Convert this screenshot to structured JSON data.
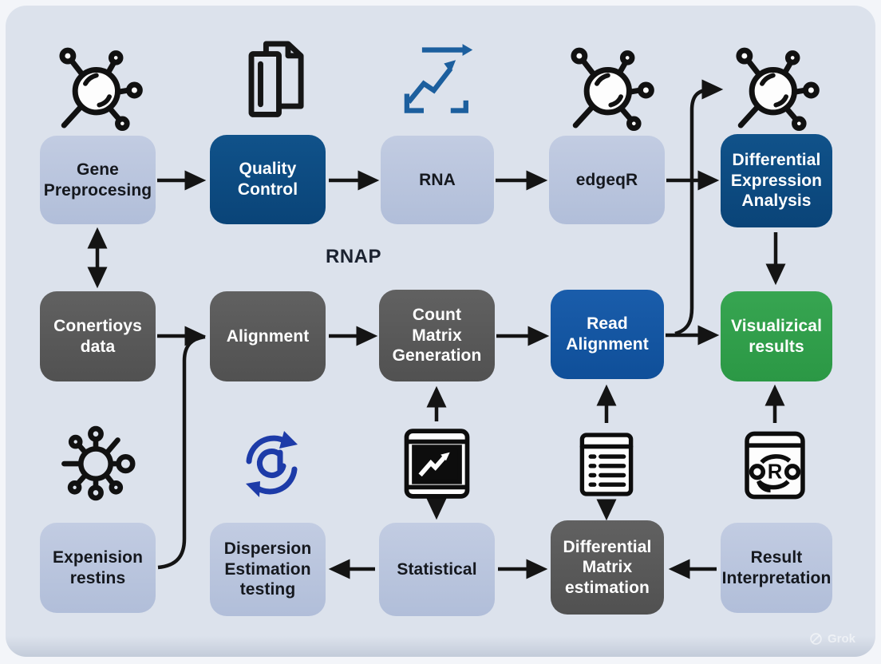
{
  "canvas": {
    "background": "#dce2ec",
    "frame": "#ffffff"
  },
  "palette": {
    "light_box": "#b9c5de",
    "dark_blue_box": "#0d4b80",
    "blue_box": "#1356a2",
    "green_box": "#2f9e4a",
    "gray_box": "#585858",
    "arrow": "#141414",
    "trend_icon_blue": "#1c5f9e",
    "refresh_icon_blue": "#1d3ba8"
  },
  "annotation": {
    "rnap_label": "RNAP"
  },
  "watermark": {
    "text": "Grok"
  },
  "icons": {
    "top_row": [
      "molecule-icon",
      "documents-icon",
      "trend-arrow-icon",
      "molecule-icon",
      "molecule-icon"
    ],
    "middle_row": [
      "virus-icon",
      "refresh-cycle-icon",
      "monitor-chart-icon",
      "list-document-icon",
      "r-window-icon"
    ]
  },
  "nodes": {
    "gene_preprocessing": {
      "label": "Gene\nPreprocesing",
      "style": "light"
    },
    "quality_control": {
      "label": "Quality\nControl",
      "style": "darkblue"
    },
    "rna": {
      "label": "RNA",
      "style": "light"
    },
    "edgeqr": {
      "label": "edgeqR",
      "style": "light"
    },
    "diff_expression": {
      "label": "Differential\nExpression\nAnalysis",
      "style": "darkblue"
    },
    "conertioys_data": {
      "label": "Conertioys\ndata",
      "style": "gray"
    },
    "alignment": {
      "label": "Alignment",
      "style": "gray"
    },
    "count_matrix": {
      "label": "Count\nMatrix\nGeneration",
      "style": "gray"
    },
    "read_alignment": {
      "label": "Read\nAlignment",
      "style": "blue"
    },
    "visualizical_results": {
      "label": "Visualizical\nresults",
      "style": "green"
    },
    "expenision_restins": {
      "label": "Expenision\nrestins",
      "style": "light"
    },
    "dispersion_estimation": {
      "label": "Dispersion\nEstimation\ntesting",
      "style": "light"
    },
    "statistical": {
      "label": "Statistical",
      "style": "light"
    },
    "diff_matrix_estimation": {
      "label": "Differential\nMatrix\nestimation",
      "style": "gray"
    },
    "result_interpretation": {
      "label": "Result\nInterpretation",
      "style": "light"
    }
  }
}
